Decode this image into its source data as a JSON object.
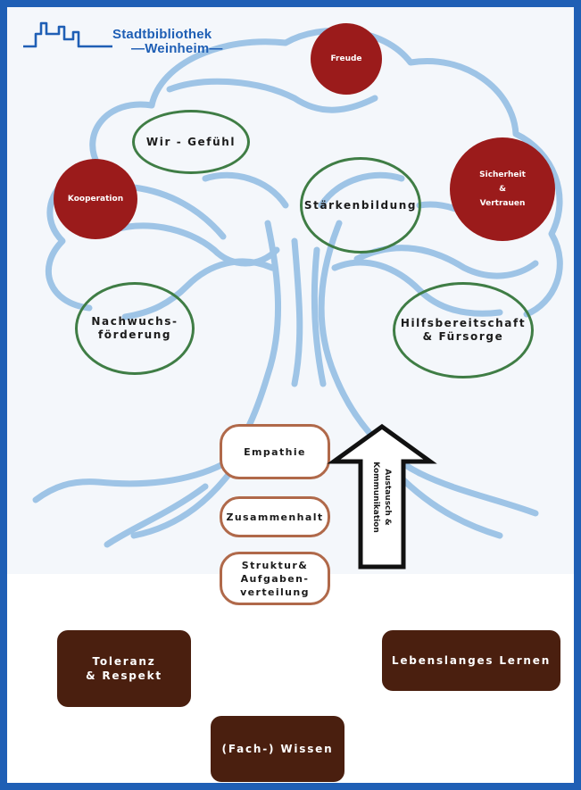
{
  "logo": {
    "line1": "Stadtbibliothek",
    "line2": "Weinheim"
  },
  "values": {
    "wir_gefuehl": "Wir - Gefühl",
    "staerkenbildung": "Stärkenbildung",
    "nachwuchs": "Nachwuchs-\nförderung",
    "hilfsbereitschaft": "Hilfsbereitschaft\n& Fürsorge"
  },
  "feelings": {
    "freude": "Freude",
    "kooperation": "Kooperation",
    "sicherheit": "Sicherheit\n&\nVertrauen"
  },
  "trunk": {
    "empathie": "Empathie",
    "zusammenhalt": "Zusammenhalt",
    "struktur": "Struktur&\nAufgaben-\nverteilung"
  },
  "arrow": {
    "label": "Austausch &\nKommunikation"
  },
  "foundation": {
    "toleranz": "Toleranz\n& Respekt",
    "lernen": "Lebenslanges Lernen",
    "wissen": "(Fach-) Wissen"
  },
  "colors": {
    "frame": "#1f5fb5",
    "tree": "#9ec4e6",
    "green_outline": "#3f7d45",
    "red_fill": "#9b1b1b",
    "pill_outline": "#b0694a",
    "brown_fill": "#4a1f0f"
  }
}
